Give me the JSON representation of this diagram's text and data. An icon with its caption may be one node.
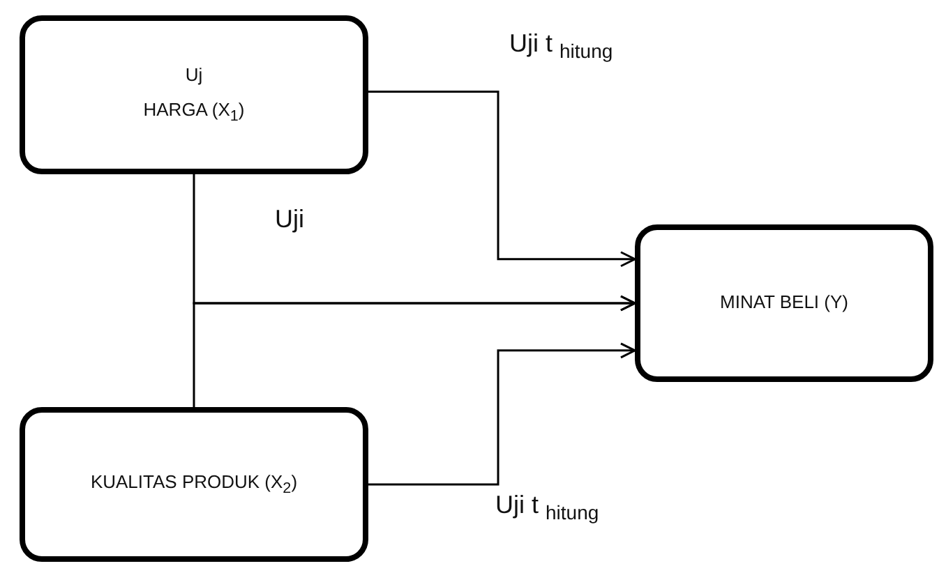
{
  "diagram": {
    "nodes": [
      {
        "text": [
          "Uj",
          "HARGA (X$_{1}$)"
        ]
      },
      {
        "text": [
          "KUALITAS PRODUK (X$_{2}$)"
        ]
      },
      {
        "text": [
          "MINAT BELI (Y)"
        ]
      }
    ],
    "edges": [
      {
        "from": 0,
        "to": 2,
        "arrow": "to",
        "label": "Uji t $_{hitung}$"
      },
      {
        "from": 1,
        "to": 2,
        "arrow": "to",
        "label": "Uji t $_{hitung}$"
      },
      {
        "from": 0,
        "to": 2,
        "arrow": "to"
      },
      {
        "from": 1,
        "to": 2,
        "arrow": "to"
      }
    ],
    "labels": [
      "Uji"
    ]
  }
}
